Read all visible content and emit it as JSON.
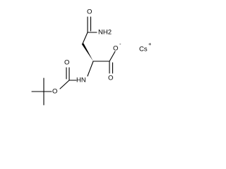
{
  "structure": {
    "atoms": {
      "nh2": "NH2",
      "amide_o": "O",
      "carboxylate_o": "O",
      "carboxylate_o_charge": "-",
      "hydroxyl_o": "O",
      "nh": "HN",
      "carbamate_o_top": "O",
      "carbamate_o_ester": "O"
    },
    "counterion": {
      "label": "Cs",
      "charge": "+"
    }
  }
}
